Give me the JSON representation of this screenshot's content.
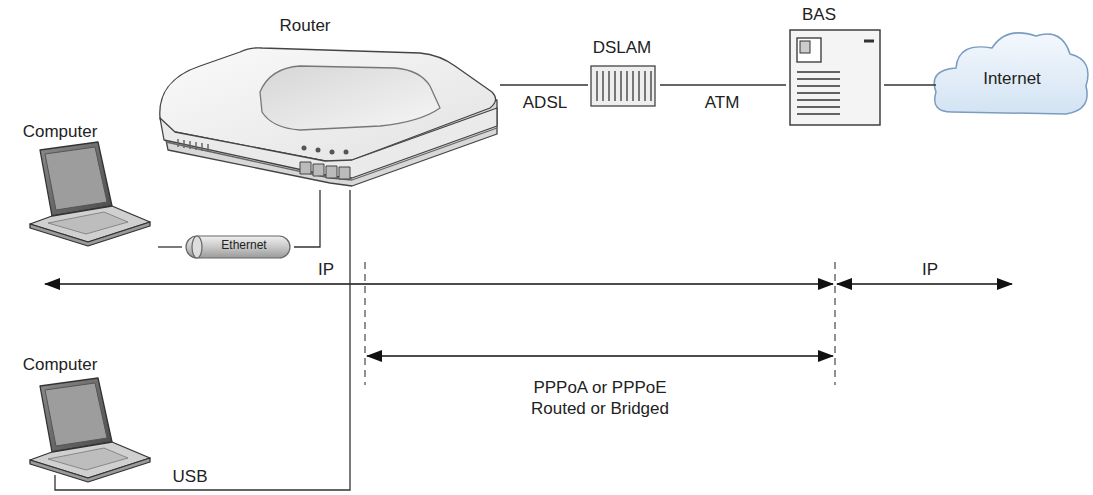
{
  "diagram": {
    "nodes": [
      {
        "text": [
          "Router"
        ]
      },
      {
        "text": [
          "DSLAM"
        ]
      },
      {
        "text": [
          "BAS"
        ]
      },
      {
        "text": [
          "Computer"
        ]
      },
      {
        "text": [
          "Internet"
        ]
      },
      {
        "text": [
          "Ethernet"
        ]
      },
      {
        "text": [
          "Computer"
        ]
      }
    ],
    "edges": [
      {
        "from": 0,
        "to": 1,
        "label": "ADSL",
        "arrow": "none"
      },
      {
        "from": 1,
        "to": 2,
        "label": "ATM",
        "arrow": "none"
      },
      {
        "from": 2,
        "to": 4,
        "arrow": "none"
      },
      {
        "from": 3,
        "to": 5,
        "arrow": "none"
      },
      {
        "from": 5,
        "to": 0,
        "arrow": "none"
      },
      {
        "from": 6,
        "to": 0,
        "label": "USB",
        "arrow": "none"
      }
    ],
    "labels": [
      "IP",
      "IP",
      "PPPoA or PPPoE Routed or Bridged"
    ]
  }
}
